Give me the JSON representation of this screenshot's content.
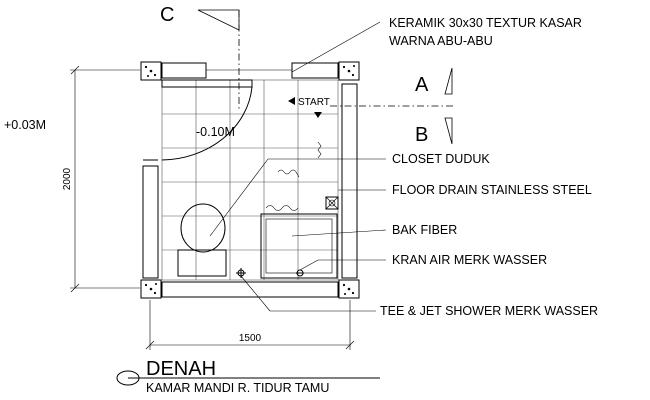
{
  "labels": {
    "keramik_line1": "KERAMIK 30x30 TEXTUR KASAR",
    "keramik_line2": "WARNA ABU-ABU",
    "closet": "CLOSET DUDUK",
    "floor_drain": "FLOOR DRAIN STAINLESS STEEL",
    "bak": "BAK FIBER",
    "kran": "KRAN AIR MERK WASSER",
    "tee_jet": "TEE & JET SHOWER MERK WASSER"
  },
  "levels": {
    "outside": "+0.03M",
    "inside": "-0.10M"
  },
  "dimensions": {
    "height": "2000",
    "width": "1500"
  },
  "sections": {
    "a": "A",
    "b": "B",
    "c": "C"
  },
  "start_label": "START",
  "title": {
    "main": "DENAH",
    "sub": "KAMAR MANDI R. TIDUR TAMU"
  }
}
